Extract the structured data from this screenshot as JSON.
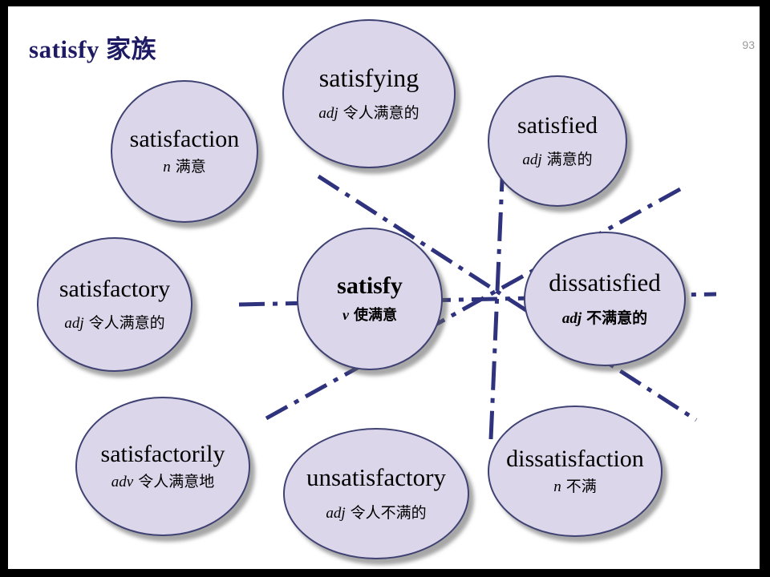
{
  "slide": {
    "title": "satisfy 家族",
    "page_number": "93"
  },
  "colors": {
    "title": "#1e1a63",
    "node-fill": "#dcd6ea",
    "node-border": "#3f4273",
    "line": "#2f327c"
  },
  "nodes": [
    {
      "word": "satisfying",
      "pos": "adj",
      "meaning": "令人满意的"
    },
    {
      "word": "satisfied",
      "pos": "adj",
      "meaning": "满意的"
    },
    {
      "word": "satisfaction",
      "pos": "n",
      "meaning": "满意"
    },
    {
      "word": "satisfactory",
      "pos": "adj",
      "meaning": "令人满意的"
    },
    {
      "word": "satisfy",
      "pos": "v",
      "meaning": "使满意"
    },
    {
      "word": "dissatisfied",
      "pos": "adj",
      "meaning": "不满意的"
    },
    {
      "word": "satisfactorily",
      "pos": "adv",
      "meaning": "令人满意地"
    },
    {
      "word": "unsatisfactory",
      "pos": "adj",
      "meaning": "令人不满的"
    },
    {
      "word": "dissatisfaction",
      "pos": "n",
      "meaning": "不满"
    }
  ]
}
